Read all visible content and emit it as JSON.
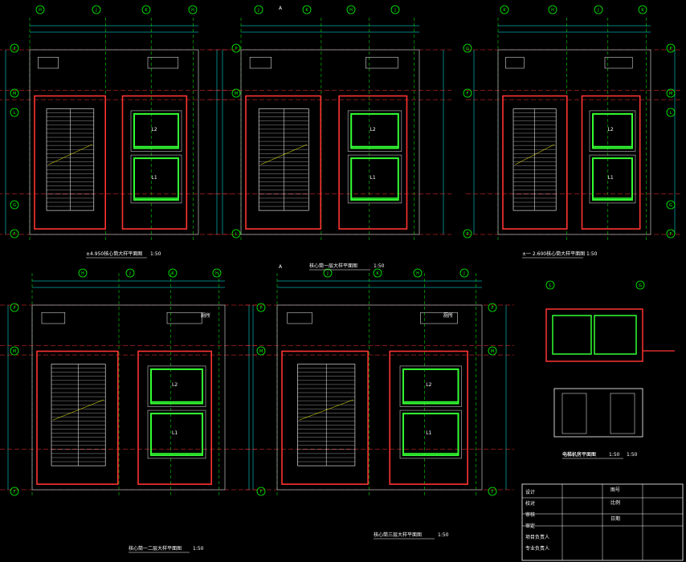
{
  "colors": {
    "background": "#000000",
    "grid_axis": "#00ff00",
    "wall": "#ff3333",
    "elevator": "#33ff33",
    "dimension": "#00ffff",
    "text": "#ffffff",
    "detail": "#aaaaaa"
  },
  "plans": [
    {
      "id": "p1",
      "title": "±4.950核心筒大样平面图",
      "scale": "1:50"
    },
    {
      "id": "p2",
      "title": "核心筒一层大样平面图",
      "scale": "1:50"
    },
    {
      "id": "p3",
      "title": "±一 2.600核心筒大样平面图",
      "scale": "1:50"
    },
    {
      "id": "p4",
      "title": "核心筒一二层大样平面图",
      "scale": "1:50"
    },
    {
      "id": "p5",
      "title": "核心筒三层大样平面图",
      "scale": "1:50"
    },
    {
      "id": "p6",
      "title": "电梯机房平面图",
      "scale": "1:50"
    },
    {
      "id": "p7",
      "title": "电梯剖面图",
      "scale": "1:50"
    }
  ],
  "axis_labels_top": [
    "H",
    "J",
    "K"
  ],
  "axis_labels_side": [
    "P",
    "M",
    "L",
    "G",
    "F"
  ],
  "room_labels": {
    "elevator_1": "L1",
    "elevator_2": "L2",
    "restroom": "厕所",
    "section_mark": "A"
  },
  "title_block": {
    "rows": [
      "设计",
      "校对",
      "审核",
      "审定",
      "项目负责人",
      "专业负责人"
    ],
    "drawing_no_label": "图号",
    "scale_label": "比例",
    "date_label": "日期"
  }
}
